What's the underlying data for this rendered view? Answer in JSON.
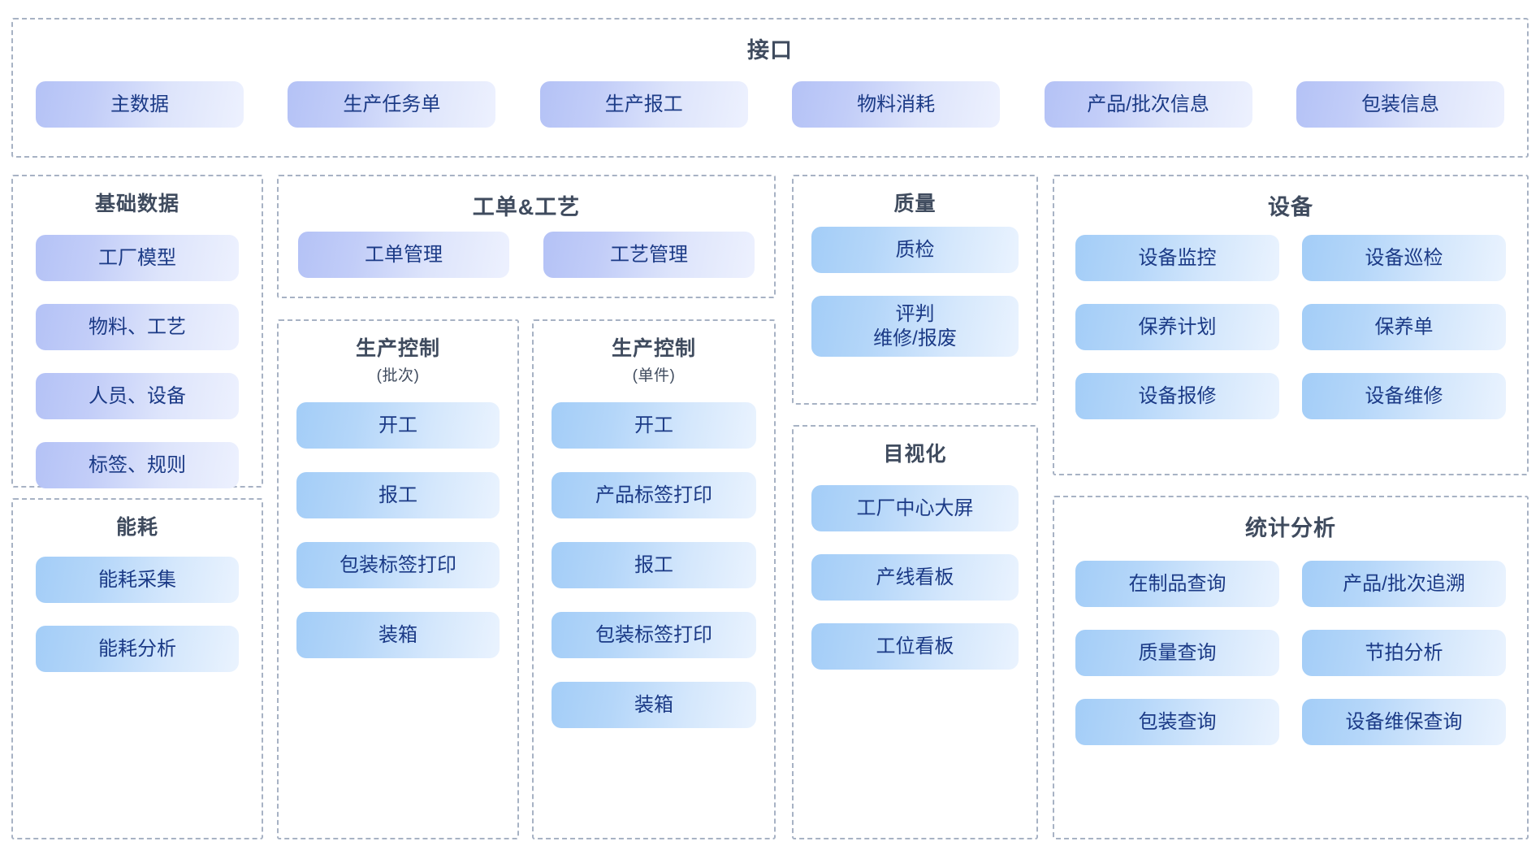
{
  "interface": {
    "title": "接口",
    "items": [
      "主数据",
      "生产任务单",
      "生产报工",
      "物料消耗",
      "产品/批次信息",
      "包装信息"
    ]
  },
  "base_data": {
    "title": "基础数据",
    "items": [
      "工厂模型",
      "物料、工艺",
      "人员、设备",
      "标签、规则"
    ]
  },
  "energy": {
    "title": "能耗",
    "items": [
      "能耗采集",
      "能耗分析"
    ]
  },
  "work_order": {
    "title": "工单&工艺",
    "items": [
      "工单管理",
      "工艺管理"
    ]
  },
  "production_batch": {
    "title": "生产控制",
    "subtitle": "(批次)",
    "items": [
      "开工",
      "报工",
      "包装标签打印",
      "装箱"
    ]
  },
  "production_single": {
    "title": "生产控制",
    "subtitle": "(单件)",
    "items": [
      "开工",
      "产品标签打印",
      "报工",
      "包装标签打印",
      "装箱"
    ]
  },
  "quality": {
    "title": "质量",
    "items": [
      "质检",
      "评判\n维修/报废"
    ]
  },
  "visualization": {
    "title": "目视化",
    "items": [
      "工厂中心大屏",
      "产线看板",
      "工位看板"
    ]
  },
  "equipment": {
    "title": "设备",
    "items": [
      "设备监控",
      "设备巡检",
      "保养计划",
      "保养单",
      "设备报修",
      "设备维修"
    ]
  },
  "statistics": {
    "title": "统计分析",
    "items": [
      "在制品查询",
      "产品/批次追溯",
      "质量查询",
      "节拍分析",
      "包装查询",
      "设备维保查询"
    ]
  },
  "colors": {
    "panel_border": "#a7b2c4",
    "title_text": "#3f4b5e",
    "pill_text": "#1b3a86",
    "pill_violet_start": "#b4c2f6",
    "pill_violet_end": "#edf1fe",
    "pill_azure_start": "#a3cdf7",
    "pill_azure_end": "#eaf3fe",
    "background": "#ffffff"
  }
}
